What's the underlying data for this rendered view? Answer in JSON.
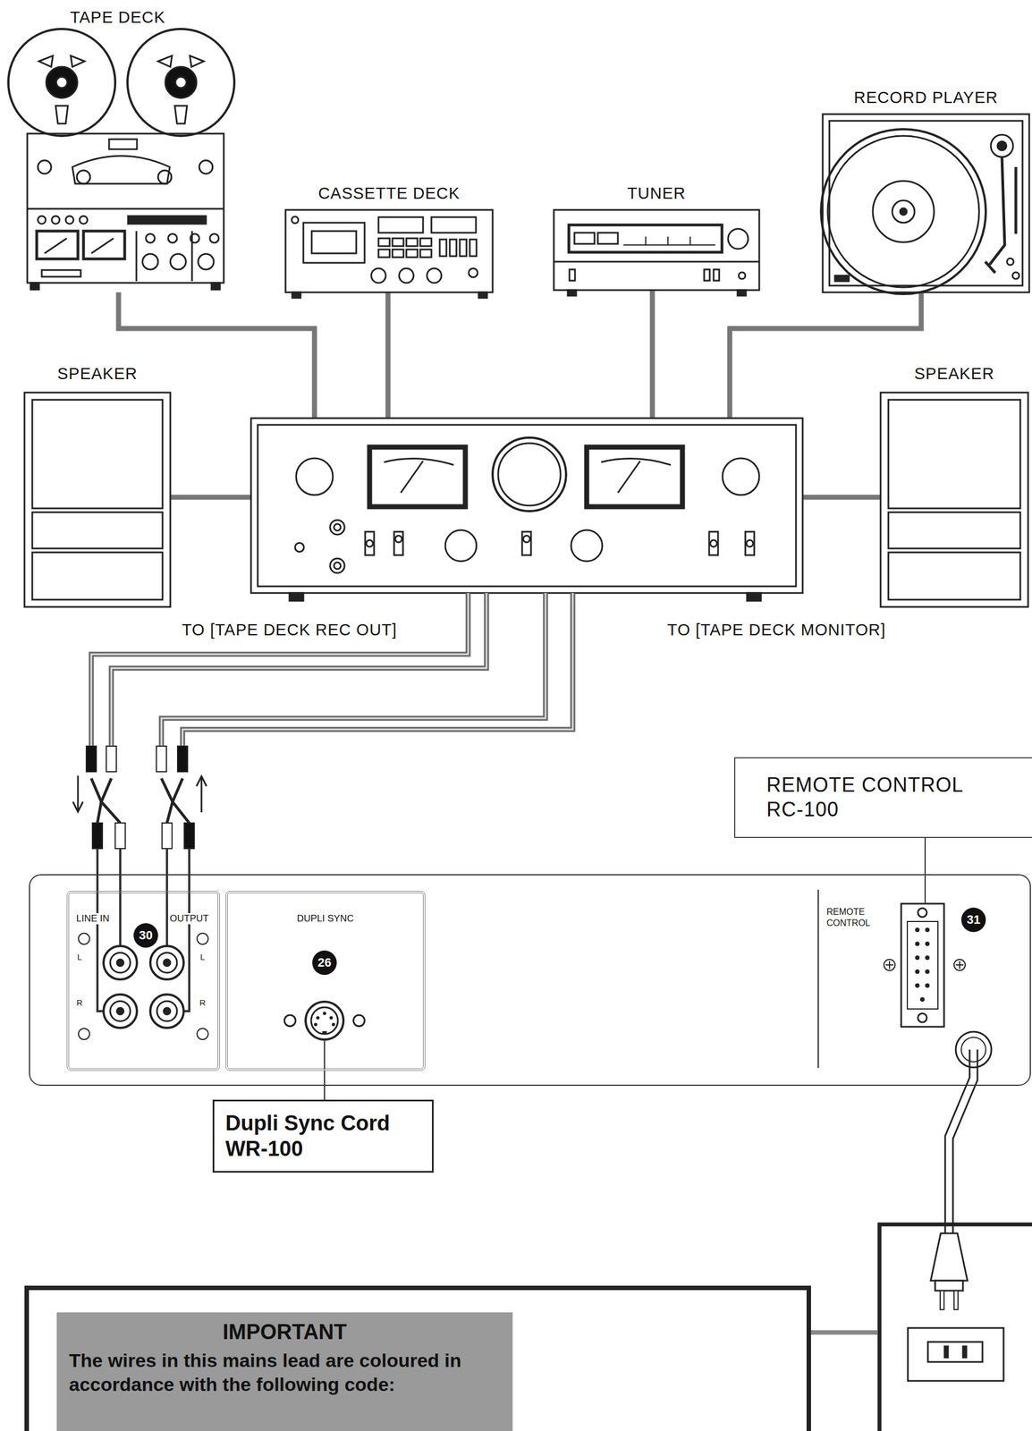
{
  "diagram": {
    "nodes": [
      {
        "text": [
          "TAPE DECK"
        ]
      },
      {
        "text": [
          "CASSETTE DECK"
        ]
      },
      {
        "text": [
          "TUNER"
        ]
      },
      {
        "text": [
          "RECORD PLAYER"
        ]
      },
      {
        "text": [
          "SPEAKER"
        ]
      },
      {
        "text": [
          "SPEAKER"
        ]
      },
      {
        "text": [
          "REMOTE CONTROL RC-100"
        ]
      },
      {
        "text": [
          "REMOTE CONTROL"
        ]
      },
      {
        "text": [
          "LINE IN",
          "OUTPUT"
        ],
        "in": 7
      },
      {
        "text": [
          "DUPLI SYNC"
        ],
        "in": 7
      },
      {
        "text": [
          "Dupli Sync Cord WR-100"
        ]
      },
      {
        "text": [
          "IMPORTANT",
          "The wires in this mains lead are coloured in accordance with the following code:"
        ]
      }
    ],
    "edges": [
      {
        "from": 6,
        "to": 7,
        "arrow": "none"
      },
      {
        "from": 9,
        "to": 10,
        "arrow": "none"
      }
    ],
    "labels": [
      "TO [TAPE DECK REC OUT]",
      "TO [TAPE DECK MONITOR]",
      "30",
      "L",
      "R",
      "L",
      "R",
      "26",
      "31"
    ]
  }
}
